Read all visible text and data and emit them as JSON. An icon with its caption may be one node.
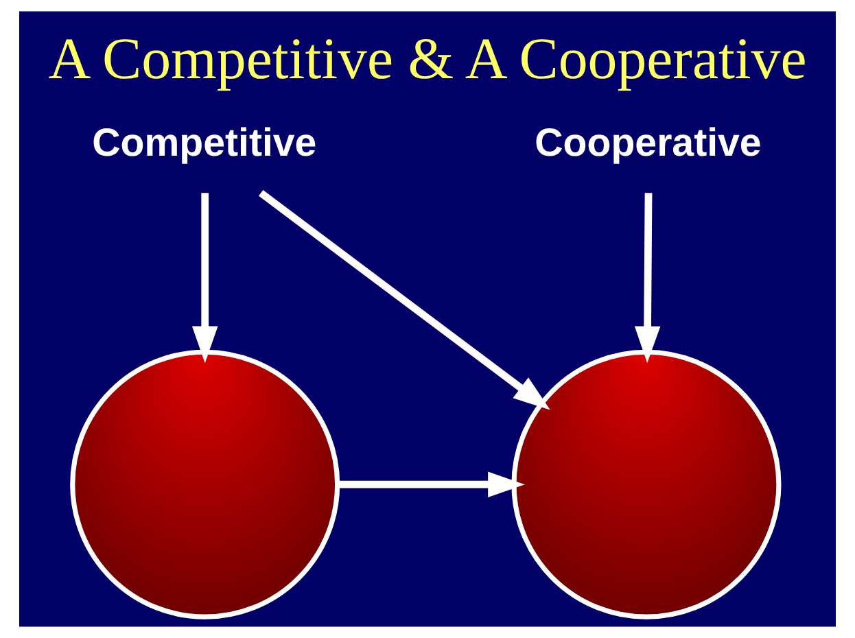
{
  "diagram": {
    "title": "A Competitive & A Cooperative",
    "nodes": [
      {
        "text": [
          "Competitive"
        ]
      },
      {
        "text": [],
        "shape": "circle"
      },
      {
        "text": [],
        "shape": "circle"
      },
      {
        "text": [
          "Cooperative"
        ]
      }
    ],
    "edges": [
      {
        "from": 0,
        "to": 1,
        "arrow": "to"
      },
      {
        "from": 0,
        "to": 2,
        "arrow": "to"
      },
      {
        "from": 1,
        "to": 2,
        "arrow": "to"
      },
      {
        "from": 3,
        "to": 2,
        "arrow": "to"
      }
    ]
  }
}
